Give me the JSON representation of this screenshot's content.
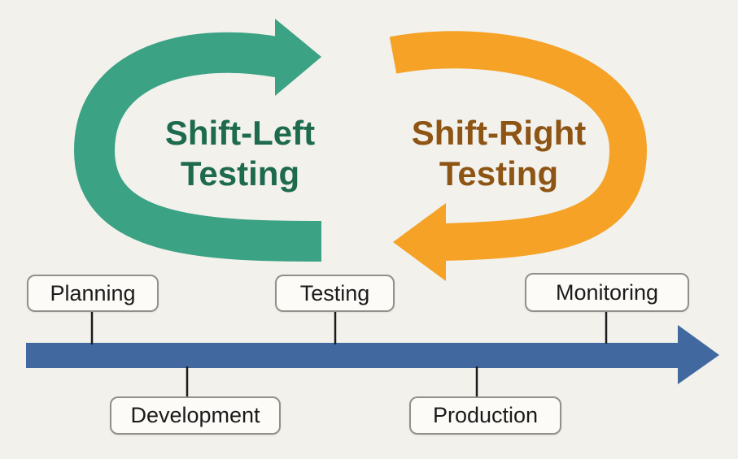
{
  "background": "#F2F1EC",
  "shift_left": {
    "line1": "Shift-Left",
    "line2": "Testing",
    "arrow_color": "#3BA284",
    "text_color": "#1D6A4E"
  },
  "shift_right": {
    "line1": "Shift-Right",
    "line2": "Testing",
    "arrow_color": "#F5A226",
    "text_color": "#8E5413"
  },
  "timeline": {
    "arrow_color": "#4169A0",
    "phases": [
      {
        "label": "Planning",
        "position": "above"
      },
      {
        "label": "Development",
        "position": "below"
      },
      {
        "label": "Testing",
        "position": "above"
      },
      {
        "label": "Production",
        "position": "below"
      },
      {
        "label": "Monitoring",
        "position": "above"
      }
    ]
  }
}
